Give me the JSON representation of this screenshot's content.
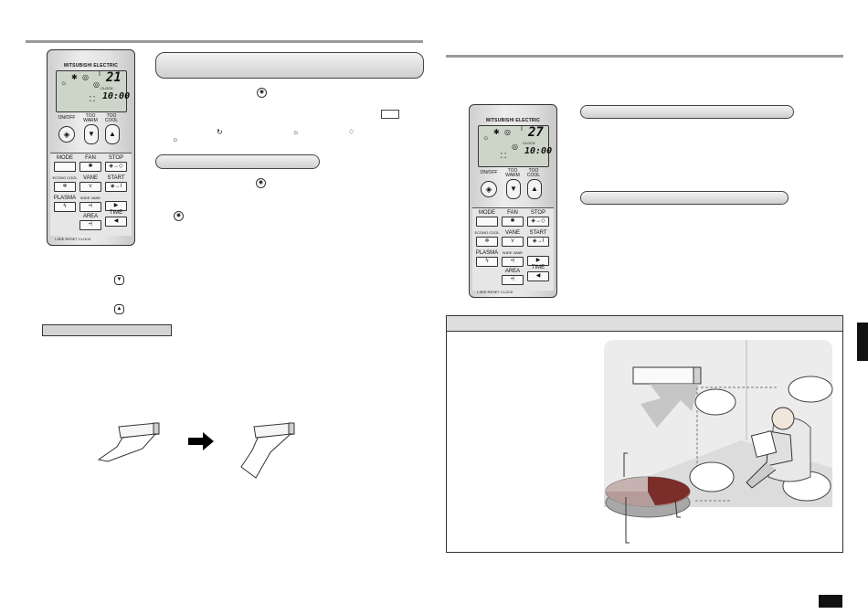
{
  "remote": {
    "brand": "MITSUBISHI ELECTRIC",
    "display_left": {
      "temp": "21",
      "time": "10:00",
      "clock_label": "CLOCK"
    },
    "display_right": {
      "temp": "27",
      "time": "10:00",
      "clock_label": "CLOCK"
    },
    "on_off": "ON/OFF",
    "too_warm": "TOO WARM",
    "too_cool": "TOO COOL",
    "buttons": [
      {
        "label": "MODE",
        "key": ""
      },
      {
        "label": "FAN",
        "key": "✱"
      },
      {
        "label": "STOP",
        "key": "◈→◇"
      },
      {
        "label": "ECONO COOL",
        "key": "❄"
      },
      {
        "label": "VANE",
        "key": "⋎"
      },
      {
        "label": "START",
        "key": "◈→I"
      },
      {
        "label": "PLASMA",
        "key": "ϟ"
      },
      {
        "label": "WIDE VANE",
        "key": "⩤"
      },
      {
        "label": "",
        "key": "▶"
      },
      {
        "label": "",
        "key": ""
      },
      {
        "label": "AREA",
        "key": "⩤"
      },
      {
        "label": "TIME",
        "key": "◀"
      }
    ],
    "footer": "I-SEE  RESET  CLOCK"
  },
  "colors": {
    "rule": "#9a9a9a",
    "pill": "#d6d6d6",
    "lcd": "#cdd5c8",
    "panel_head": "#dedede",
    "pie_dark": "#7a2e2a",
    "pie_light": "#b59c9a",
    "scene_bg": "#ececec",
    "tab": "#111111"
  }
}
